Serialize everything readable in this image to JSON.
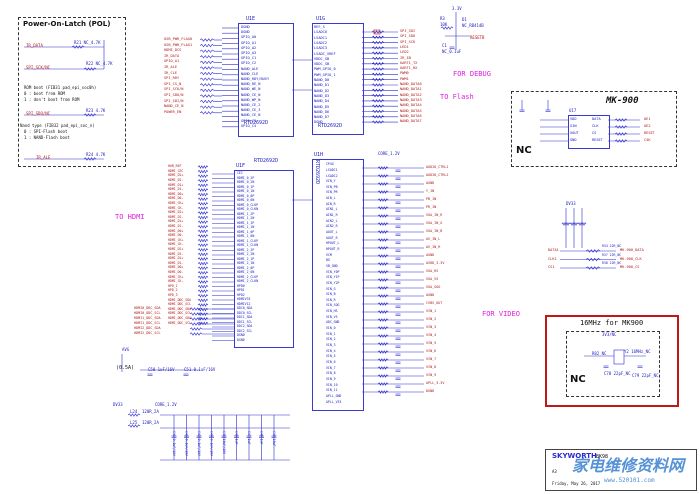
{
  "colors": {
    "wire": "#2a2ad0",
    "net": "#c01818",
    "part": "#2a2ad0",
    "bg": "#ffffff",
    "magenta": "#e020e0"
  },
  "pol": {
    "title": "Power-On-Latch (POL)",
    "note1": "ROM boot (FIB31 pad_epi_soc0h)",
    "note1b": "0 : boot from ROM",
    "note1c": "1 : don't boot from ROM",
    "note2": "Nand type (FIB32 pad_epi_soc_n)",
    "note2b": "0 : SPI-Flash boot",
    "note2c": "1 : NAND-Flash boot",
    "nets": [
      "IR_DATA",
      "SPI_SCK/NC",
      "SPI_SDO/NC",
      "IR_ALE"
    ],
    "res": [
      "R21 NC_4.7K",
      "R22 NC_4.7K",
      "R23 4.7K",
      "R24 4.7K"
    ]
  },
  "u1e": {
    "ref": "U1E",
    "part": "RTD2692D",
    "pins": [
      "DGND",
      "DGND",
      "GPIO_A0",
      "GPIO_A1",
      "GPIO_A2",
      "GPIO_A3",
      "GPIO_C1",
      "GPIO_C2",
      "NAND_ALE",
      "NAND_CLE",
      "NAND_RDY/BUSY",
      "NAND_RE_N",
      "NAND_WE_N",
      "NAND_CE_N",
      "NAND_WP_N",
      "NAND_CE_2",
      "NAND_CE_3",
      "NAND_CE_N",
      "GPIO_C3",
      "GPIO_C4"
    ]
  },
  "u1e_left": [
    "USB_PWR_FLAG0",
    "USB_PWR_FLAG1",
    "HDMI_DCS",
    "IR_DATA",
    "GPIO_A1",
    "IR_ALE",
    "IR_CLE",
    "SPI_RDY",
    "SPI_CS_N",
    "SPI_SCK/N",
    "SPI_SDO/N",
    "SPI_SDI/N",
    "NAND_CE_N",
    "POWER_EN"
  ],
  "u1g": {
    "ref": "U1G",
    "part": "RTD2692D",
    "pins": [
      "REF_S",
      "LSADC0",
      "LSADC1",
      "LSADC2",
      "LSADC3",
      "LSADC_VREF",
      "VDDC_SB",
      "VDDC_SB",
      "PWM_GPIO_0",
      "PWM_GPIO_1",
      "NAND_D0",
      "NAND_D1",
      "NAND_D2",
      "NAND_D3",
      "NAND_D4",
      "NAND_D5",
      "NAND_D6",
      "NAND_D7",
      "DGND"
    ]
  },
  "u1g_right": [
    "SPI_SDI",
    "SPI_SDO",
    "SPI_SCK",
    "LED1",
    "LED2",
    "IR_IN",
    "UART1_TX",
    "UART1_RX",
    "PWM0",
    "PWM1",
    "NAND_DATA0",
    "NAND_DATA1",
    "NAND_DATA2",
    "NAND_DATA3",
    "NAND_DATA4",
    "NAND_DATA5",
    "NAND_DATA6",
    "NAND_DATA7"
  ],
  "reset": {
    "ref": "R3",
    "val": "10K",
    "net": "RESETB",
    "diode": "D1",
    "diode_val": "NC_RB414B",
    "cap": "C1",
    "cap_val": "NC_0.1uF",
    "rail": "3.3V"
  },
  "labels": {
    "debug": "FOR DEBUG",
    "flash": "TO Flash",
    "hdmi": "TO HDMI",
    "video": "FOR VIDEO"
  },
  "mk900": {
    "title": "MK-900",
    "nc": "NC",
    "ref": "U17",
    "pins_l": [
      "VDD",
      "XIN",
      "XOUT",
      "GND"
    ],
    "pins_r": [
      "DATA",
      "CLK",
      "CS",
      "RESET"
    ],
    "nets_r": [
      "OE1",
      "OE2",
      "RESET",
      "C4K"
    ]
  },
  "u1f": {
    "ref": "U1F",
    "part": "RTD2692D",
    "pins": [
      "CEC",
      "HDMI_0_2P",
      "HDMI_0_2N",
      "HDMI_0_1P",
      "HDMI_0_1N",
      "HDMI_0_0P",
      "HDMI_0_0N",
      "HDMI_0_CLKP",
      "HDMI_0_CLKN",
      "HDMI_1_2P",
      "HDMI_1_2N",
      "HDMI_1_1P",
      "HDMI_1_1N",
      "HDMI_1_0P",
      "HDMI_1_0N",
      "HDMI_1_CLKP",
      "HDMI_1_CLKN",
      "HDMI_2_2P",
      "HDMI_2_2N",
      "HDMI_2_1P",
      "HDMI_2_1N",
      "HDMI_2_0P",
      "HDMI_2_0N",
      "HDMI_2_CLKP",
      "HDMI_2_CLKN",
      "HPD0",
      "HPD1",
      "HPD2",
      "HDMIV33",
      "HDMIV12",
      "DDC0_SDA",
      "DDC0_SCL",
      "DDC1_SDA",
      "DDC1_SCL",
      "DDC2_SDA",
      "DDC2_SCL",
      "DGND",
      "DGND"
    ]
  },
  "u1f_left": [
    "HUB_REF",
    "HDMI_CEC",
    "HDMI_D2+",
    "HDMI_D2-",
    "HDMI_D1+",
    "HDMI_D1-",
    "HDMI_D0+",
    "HDMI_D0-",
    "HDMI_CK+",
    "HDMI_CK-",
    "HDMI_D2+",
    "HDMI_D2-",
    "HDMI_D1+",
    "HDMI_D1-",
    "HDMI_D0+",
    "HDMI_D0-",
    "HDMI_CK+",
    "HDMI_CK-",
    "HDMI_D2+",
    "HDMI_D2-",
    "HDMI_D1+",
    "HDMI_D1-",
    "HDMI_D0+",
    "HDMI_D0-",
    "HDMI_CK+",
    "HDMI_CK-",
    "HPD_1",
    "HPD_2",
    "HPD_3",
    "HDMI_DDC_SDA",
    "HDMI_DDC_SCL",
    "HDMI_DDC_SDA",
    "HDMI_DDC_SCL",
    "HDMI_DDC_SDA",
    "HDMI_DDC_SCL"
  ],
  "u1h": {
    "ref": "U1H",
    "part": "RTD2692D",
    "pins": [
      "CP4G",
      "LSADC1",
      "LSADC2",
      "VIN_Y",
      "VIN_PB",
      "VIN_PR",
      "AIN_L",
      "AIN_R",
      "AIN1_L",
      "AIN1_R",
      "AIN2_L",
      "AIN2_R",
      "AOUT_L",
      "AOUT_R",
      "HPOUT_L",
      "HPOUT_R",
      "VCM",
      "BG",
      "SB_GND",
      "VIN_Y0P",
      "VIN_Y1P",
      "VIN_Y2P",
      "VIN_G",
      "VIN_B",
      "VIN_R",
      "VIN_SOG",
      "VIN_HS",
      "VIN_VS",
      "ADC_GND",
      "VIN_0",
      "VIN_1",
      "VIN_2",
      "VIN_3",
      "VIN_4",
      "VIN_5",
      "VIN_6",
      "VIN_7",
      "VIN_8",
      "VIN_9",
      "VIN_10",
      "VIN_11",
      "APLL_GND",
      "APLL_V33"
    ]
  },
  "u1h_right": [
    "AUDIO_CTRL1",
    "AUDIO_CTRL2",
    "AGND",
    "Y_IN",
    "PB_IN",
    "PR_IN",
    "VGA_IN_R",
    "VGA_IN_G",
    "VGA_IN_B",
    "AV_IN_L",
    "AV_IN_R",
    "AGND",
    "AVDD_3.3V",
    "VGA_HS",
    "VGA_VS",
    "VGA_SOG",
    "AGND",
    "CVBS_OUT",
    "VIN_1",
    "VIN_2",
    "VIN_3",
    "VIN_4",
    "VIN_5",
    "VIN_6",
    "VIN_7",
    "VIN_8",
    "VIN_9",
    "APLL_3.3V",
    "DGND"
  ],
  "core": {
    "label": "CORE_1.2V",
    "label2": "CORE_1.2V",
    "l1": "L24",
    "l1v": "120R_2A",
    "l2": "L25",
    "l2v": "120R_2A",
    "rail": "DV33",
    "avg": "AVG",
    "cur": "(0.5A)",
    "caps": [
      "C41 0.1uF/16V",
      "C42 0.1uF/16V",
      "C43 0.1uF/16V",
      "C44 0.1uF/16V",
      "C45 10uF/10V",
      "C46 1uF",
      "C47 1uF",
      "C48 1uF",
      "C49 10uF"
    ],
    "c50": "C50 1uF/16V",
    "c51": "C51 0.1uF/16V"
  },
  "ddc": [
    "HDMI0_DDC_SDA",
    "HDMI0_DDC_SCL",
    "HDMI1_DDC_SDA",
    "HDMI1_DDC_SCL",
    "HDMI2_DDC_SDA",
    "HDMI2_DDC_SCL"
  ],
  "mkconn": {
    "nets": [
      "DATA1",
      "CLK1",
      "CS1"
    ],
    "res": [
      "R34 22R_NC",
      "R37 22R_NC",
      "R38 22R_NC"
    ],
    "out": [
      "MK-900_DATA",
      "MK-900_CLK",
      "MK-900_CS"
    ],
    "rail": "DV33"
  },
  "osc": {
    "title": "16MHz for MK900",
    "nc": "NC",
    "vcc": "3V3/NC",
    "parts": [
      "Y2 16MHz_NC",
      "C78 22pF_NC",
      "C79 22pF_NC",
      "R82 NC"
    ]
  },
  "titleblock": {
    "company": "SKYWORTH",
    "size": "A3",
    "title": "8K98",
    "date": "Friday, May 26, 2017"
  },
  "watermark": {
    "main": "家电维修资料网",
    "url": "www.520101.com"
  }
}
